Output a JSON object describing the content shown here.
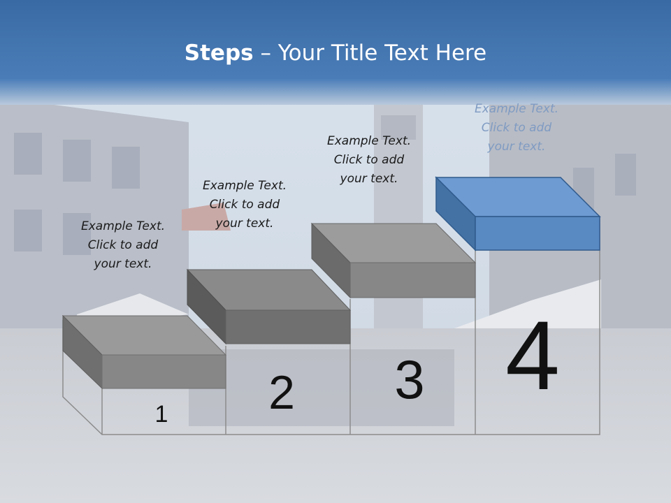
{
  "slide": {
    "title_bold": "Steps",
    "title_rest": " – Your Title Text Here"
  },
  "steps": [
    {
      "number": "1",
      "caption": [
        "Example Text.",
        "Click  to add",
        "your text."
      ]
    },
    {
      "number": "2",
      "caption": [
        "Example Text.",
        "Click  to add",
        "your text."
      ]
    },
    {
      "number": "3",
      "caption": [
        "Example Text.",
        "Click  to add",
        "your text."
      ]
    },
    {
      "number": "4",
      "caption": [
        "Example Text.",
        "Click  to add",
        "your text."
      ]
    }
  ],
  "colors": {
    "header": "#3f70a8",
    "block_gray": "#7a7a7a",
    "block_highlight": "#6a98cf",
    "caption_highlight": "#7f9bc2"
  }
}
